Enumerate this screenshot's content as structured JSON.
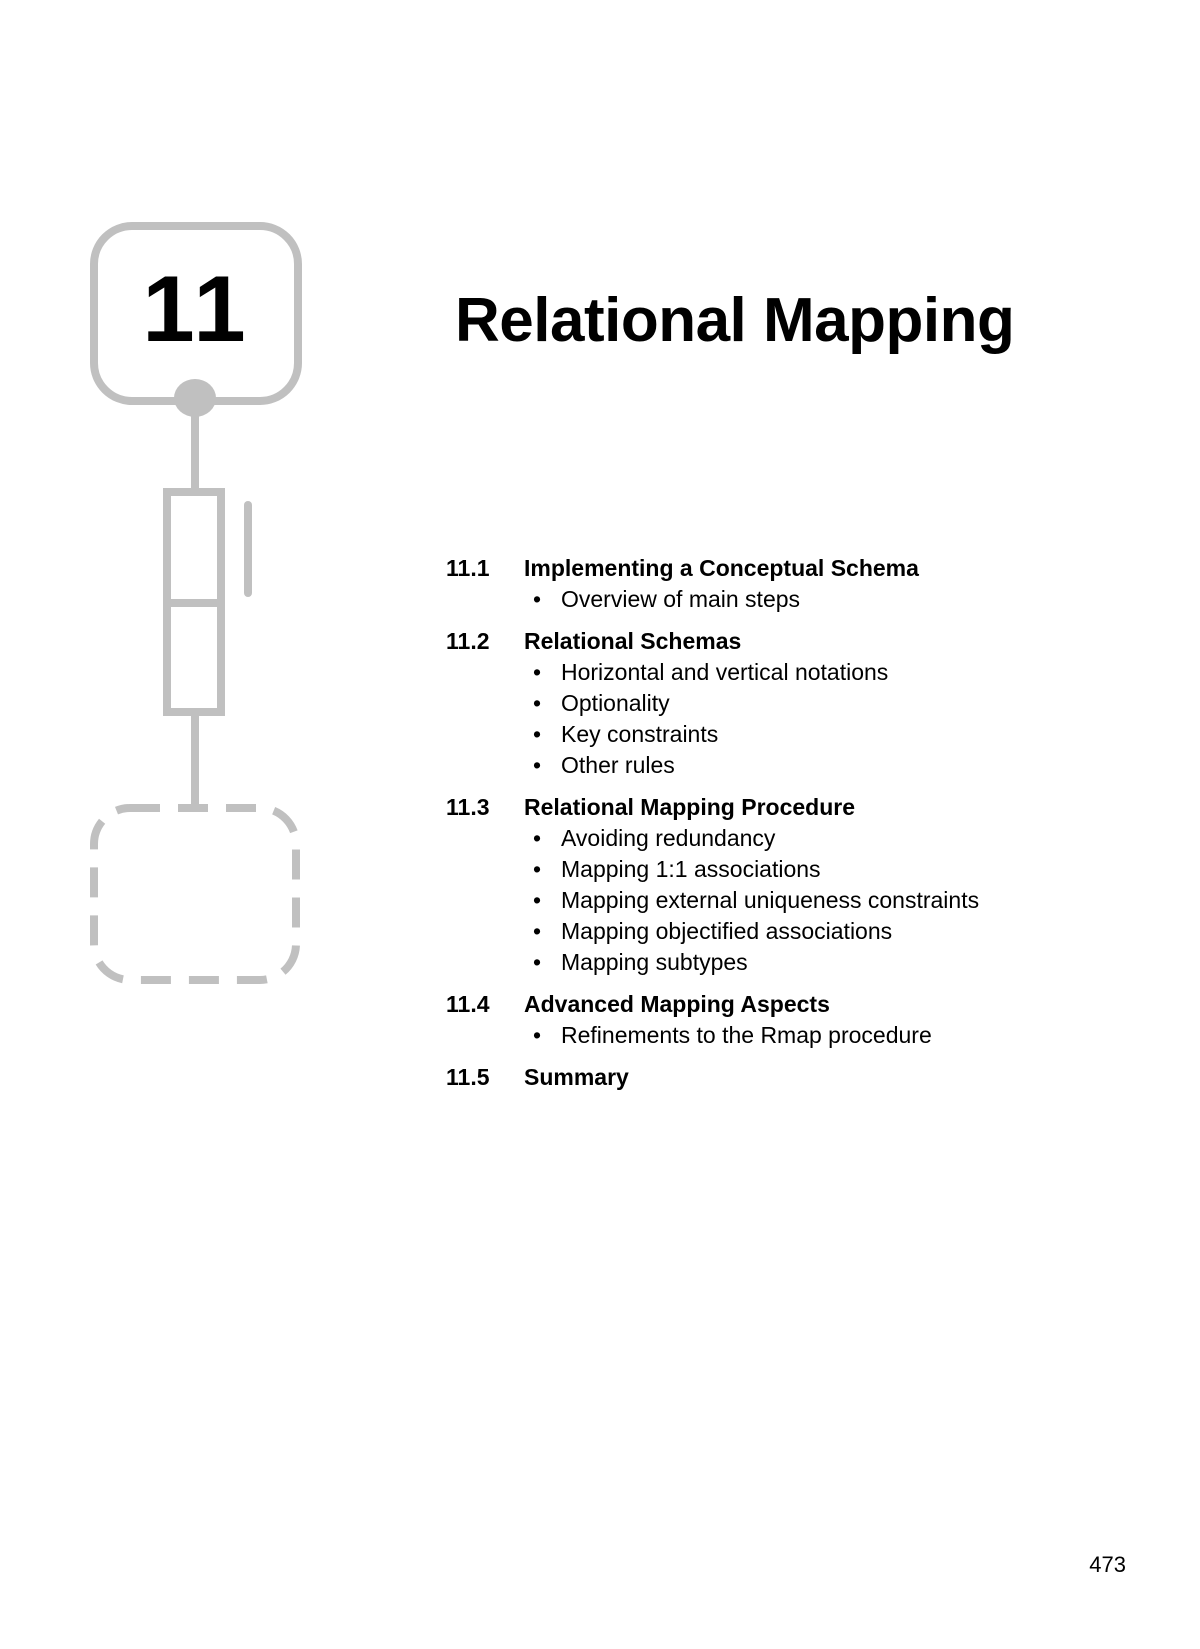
{
  "chapter": {
    "number": "11",
    "title": "Relational Mapping"
  },
  "toc": [
    {
      "num": "11.1",
      "title": "Implementing a Conceptual Schema",
      "items": [
        "Overview of main steps"
      ]
    },
    {
      "num": "11.2",
      "title": "Relational Schemas",
      "items": [
        "Horizontal and vertical notations",
        "Optionality",
        "Key constraints",
        "Other rules"
      ]
    },
    {
      "num": "11.3",
      "title": "Relational Mapping Procedure",
      "items": [
        "Avoiding redundancy",
        "Mapping 1:1 associations",
        "Mapping external uniqueness constraints",
        "Mapping objectified associations",
        "Mapping subtypes"
      ]
    },
    {
      "num": "11.4",
      "title": "Advanced Mapping Aspects",
      "items": [
        "Refinements to the Rmap procedure"
      ]
    },
    {
      "num": "11.5",
      "title": "Summary",
      "items": []
    }
  ],
  "bullet": "•",
  "page_number": "473",
  "colors": {
    "diagram_gray": "#c0c0c0",
    "text": "#000000"
  }
}
